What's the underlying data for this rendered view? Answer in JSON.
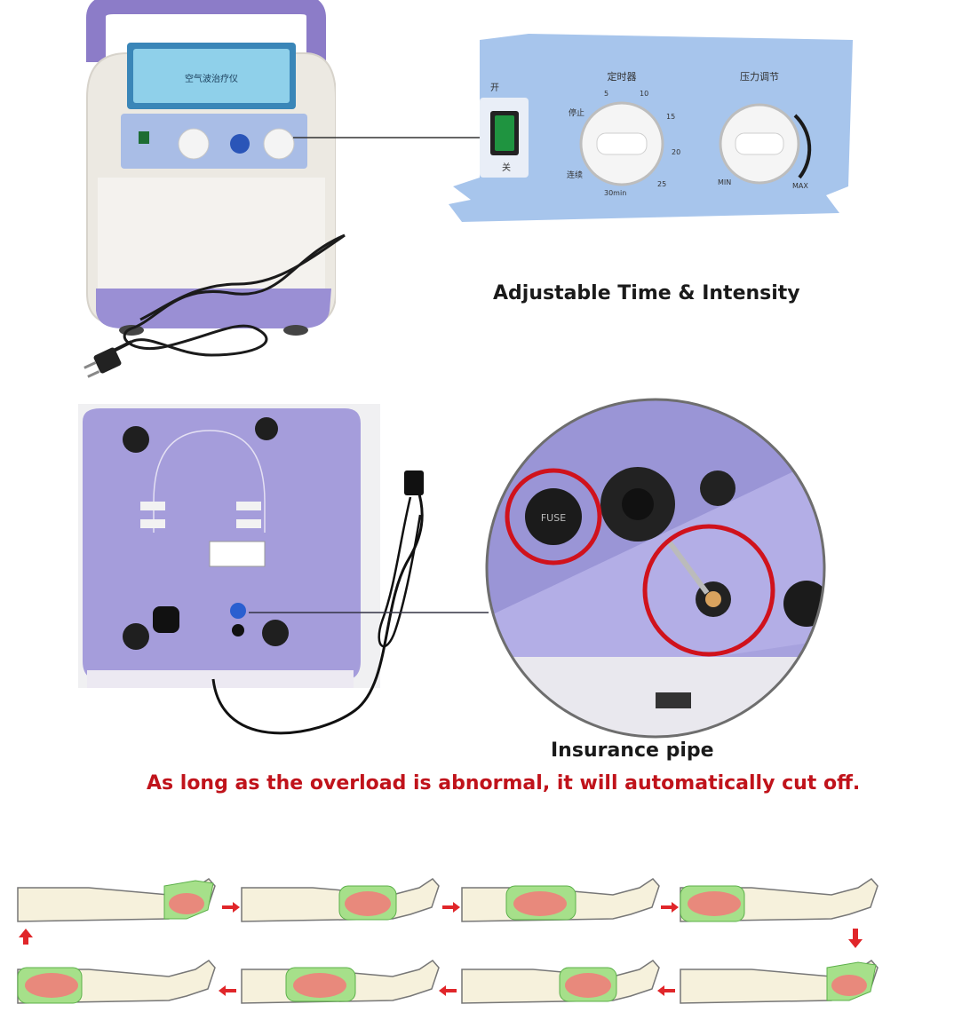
{
  "section_top": {
    "caption": "Adjustable Time & Intensity",
    "device_screen_text": "空气波治疗仪",
    "panel": {
      "timer_label": "定时器",
      "pressure_label": "压力调节",
      "switch_on": "开",
      "switch_off": "关",
      "stop_label": "停止",
      "continuous_label": "连续",
      "timer_ticks": [
        "5",
        "10",
        "15",
        "20",
        "25",
        "30min"
      ],
      "pressure_min": "MIN",
      "pressure_max": "MAX"
    }
  },
  "section_middle": {
    "caption": "Insurance pipe",
    "warning": "As long as the overload is abnormal, it will automatically cut off.",
    "fuse_label": "FUSE",
    "colors": {
      "device_body": "#9e96d6",
      "highlight_circle": "#d0121c",
      "warning_text": "#c0131b"
    }
  },
  "section_bottom": {
    "sequence_steps": 8,
    "colors": {
      "leg": "#f6f1dc",
      "chamber": "#a6e08a",
      "pressure": "#f07f7a",
      "arrow": "#e0262a"
    }
  }
}
